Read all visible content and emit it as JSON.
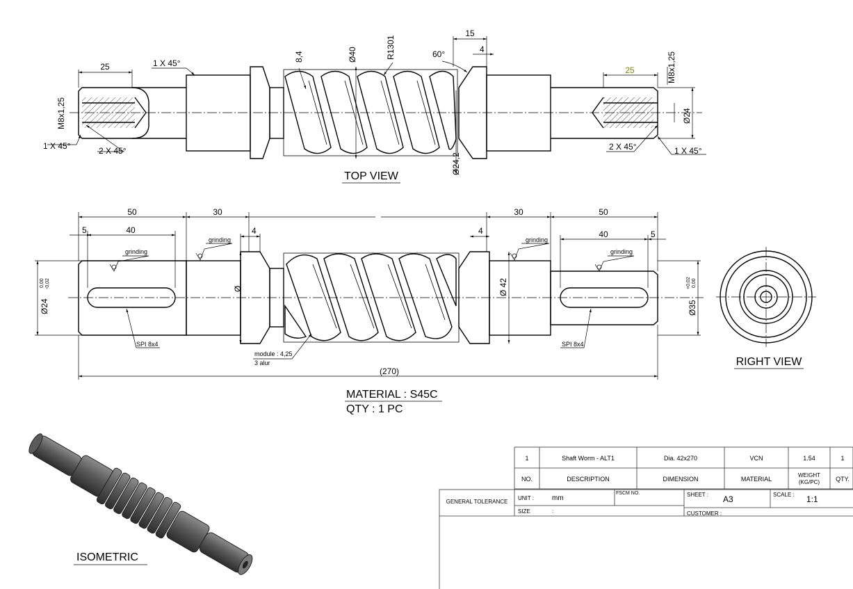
{
  "views": {
    "top_view_label": "TOP VIEW",
    "right_view_label": "RIGHT VIEW",
    "isometric_label": "ISOMETRIC"
  },
  "notes": {
    "material": "MATERIAL : S45C",
    "qty": "QTY : 1 PC",
    "module": "module : 4,25",
    "alur": "3 alur",
    "grinding": "grinding",
    "spi": "SPI 8x4"
  },
  "top_dims": {
    "d25_left": "25",
    "chamfer_left_top": "1 X 45°",
    "m8_left": "M8x1,25",
    "chamfer_left_bottom": "1 X 45°",
    "chamfer_left_2x": "2 X 45°",
    "d8_4": "8,4",
    "dia40": "Ø40",
    "r1301": "R1301",
    "d15": "15",
    "d4": "4",
    "angle60": "60°",
    "dia24_2": "Ø24,2",
    "d25_right": "25",
    "m8_right": "M8x1,25",
    "dia24": "Ø24",
    "chamfer_right_2x": "2 X 45°",
    "chamfer_right": "1 X 45°"
  },
  "front_dims": {
    "d50_left": "50",
    "d30_left": "30",
    "d30_right": "30",
    "d50_right": "50",
    "d5_left": "5",
    "d40_left": "40",
    "d4_left": "4",
    "d4_right": "4",
    "d40_right": "40",
    "d5_right": "5",
    "dia24_tol": "Ø24",
    "tol_upper_left": "0,00",
    "tol_lower_left": "-0,02",
    "dia_sym": "Ø",
    "dia42": "Ø 42",
    "dia35": "Ø35",
    "tol_upper_right": "+0,02",
    "tol_lower_right": "0,00",
    "overall": "(270)"
  },
  "title_block": {
    "row_values": {
      "no": "1",
      "description": "Shaft Worm - ALT1",
      "dimension": "Dia. 42x270",
      "material": "VCN",
      "weight": "1.54",
      "qty": "1"
    },
    "headers": {
      "no": "NO.",
      "description": "DESCRIPTION",
      "dimension": "DIMENSION",
      "material": "MATERIAL",
      "weight": "WEIGHT\n(KG/PC)",
      "weight_line1": "WEIGHT",
      "weight_line2": "(KG/PC)",
      "qty": "QTY."
    },
    "general_tolerance": "GENERAL TOLERANCE",
    "unit_label": "UNIT  :",
    "unit_value": "mm",
    "fscm_label": "FSCM NO.",
    "sheet_label": "SHEET :",
    "sheet_value": "A3",
    "scale_label": "SCALE :",
    "scale_value": "1:1",
    "size_label": "SIZE",
    "size_colon": ":",
    "customer_label": "CUSTOMER :"
  },
  "colors": {
    "line": "#000000",
    "accent_dim": "#7a8a00",
    "shaft_fill": "#f4f4f4",
    "iso_dark": "#3c3c3c",
    "iso_mid": "#6a6a6a",
    "iso_light": "#9a9a9a"
  }
}
